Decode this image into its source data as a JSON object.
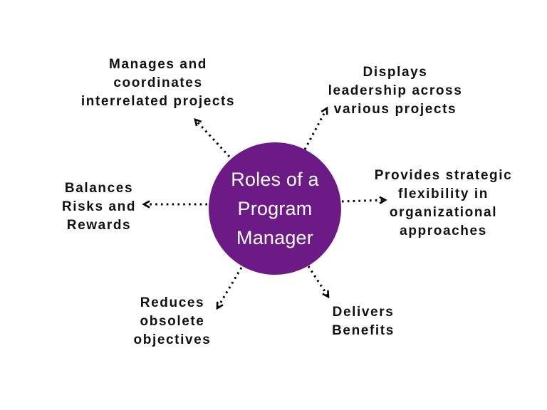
{
  "title": "Roles of a Program Manager",
  "center": {
    "label": "Roles of a\nProgram\nManager",
    "bg_color": "#6C1A86",
    "text_color": "#FFFFFF"
  },
  "roles": [
    {
      "id": "manages-projects",
      "position": "top-left",
      "label": "Manages and\ncoordinates\ninterrelated projects"
    },
    {
      "id": "displays-leadership",
      "position": "top-right",
      "label": "Displays\nleadership across\nvarious projects"
    },
    {
      "id": "balances-risks",
      "position": "left",
      "label": "Balances\nRisks and\nRewards"
    },
    {
      "id": "strategic-flexibility",
      "position": "right",
      "label": "Provides strategic\nflexibility in\norganizational\napproaches"
    },
    {
      "id": "reduces-objectives",
      "position": "bottom-left",
      "label": "Reduces\nobsolete\nobjectives"
    },
    {
      "id": "delivers-benefits",
      "position": "bottom-right",
      "label": "Delivers\nBenefits"
    }
  ],
  "colors": {
    "background": "#FFFFFF",
    "arrow": "#000000",
    "label_text": "#111111"
  }
}
